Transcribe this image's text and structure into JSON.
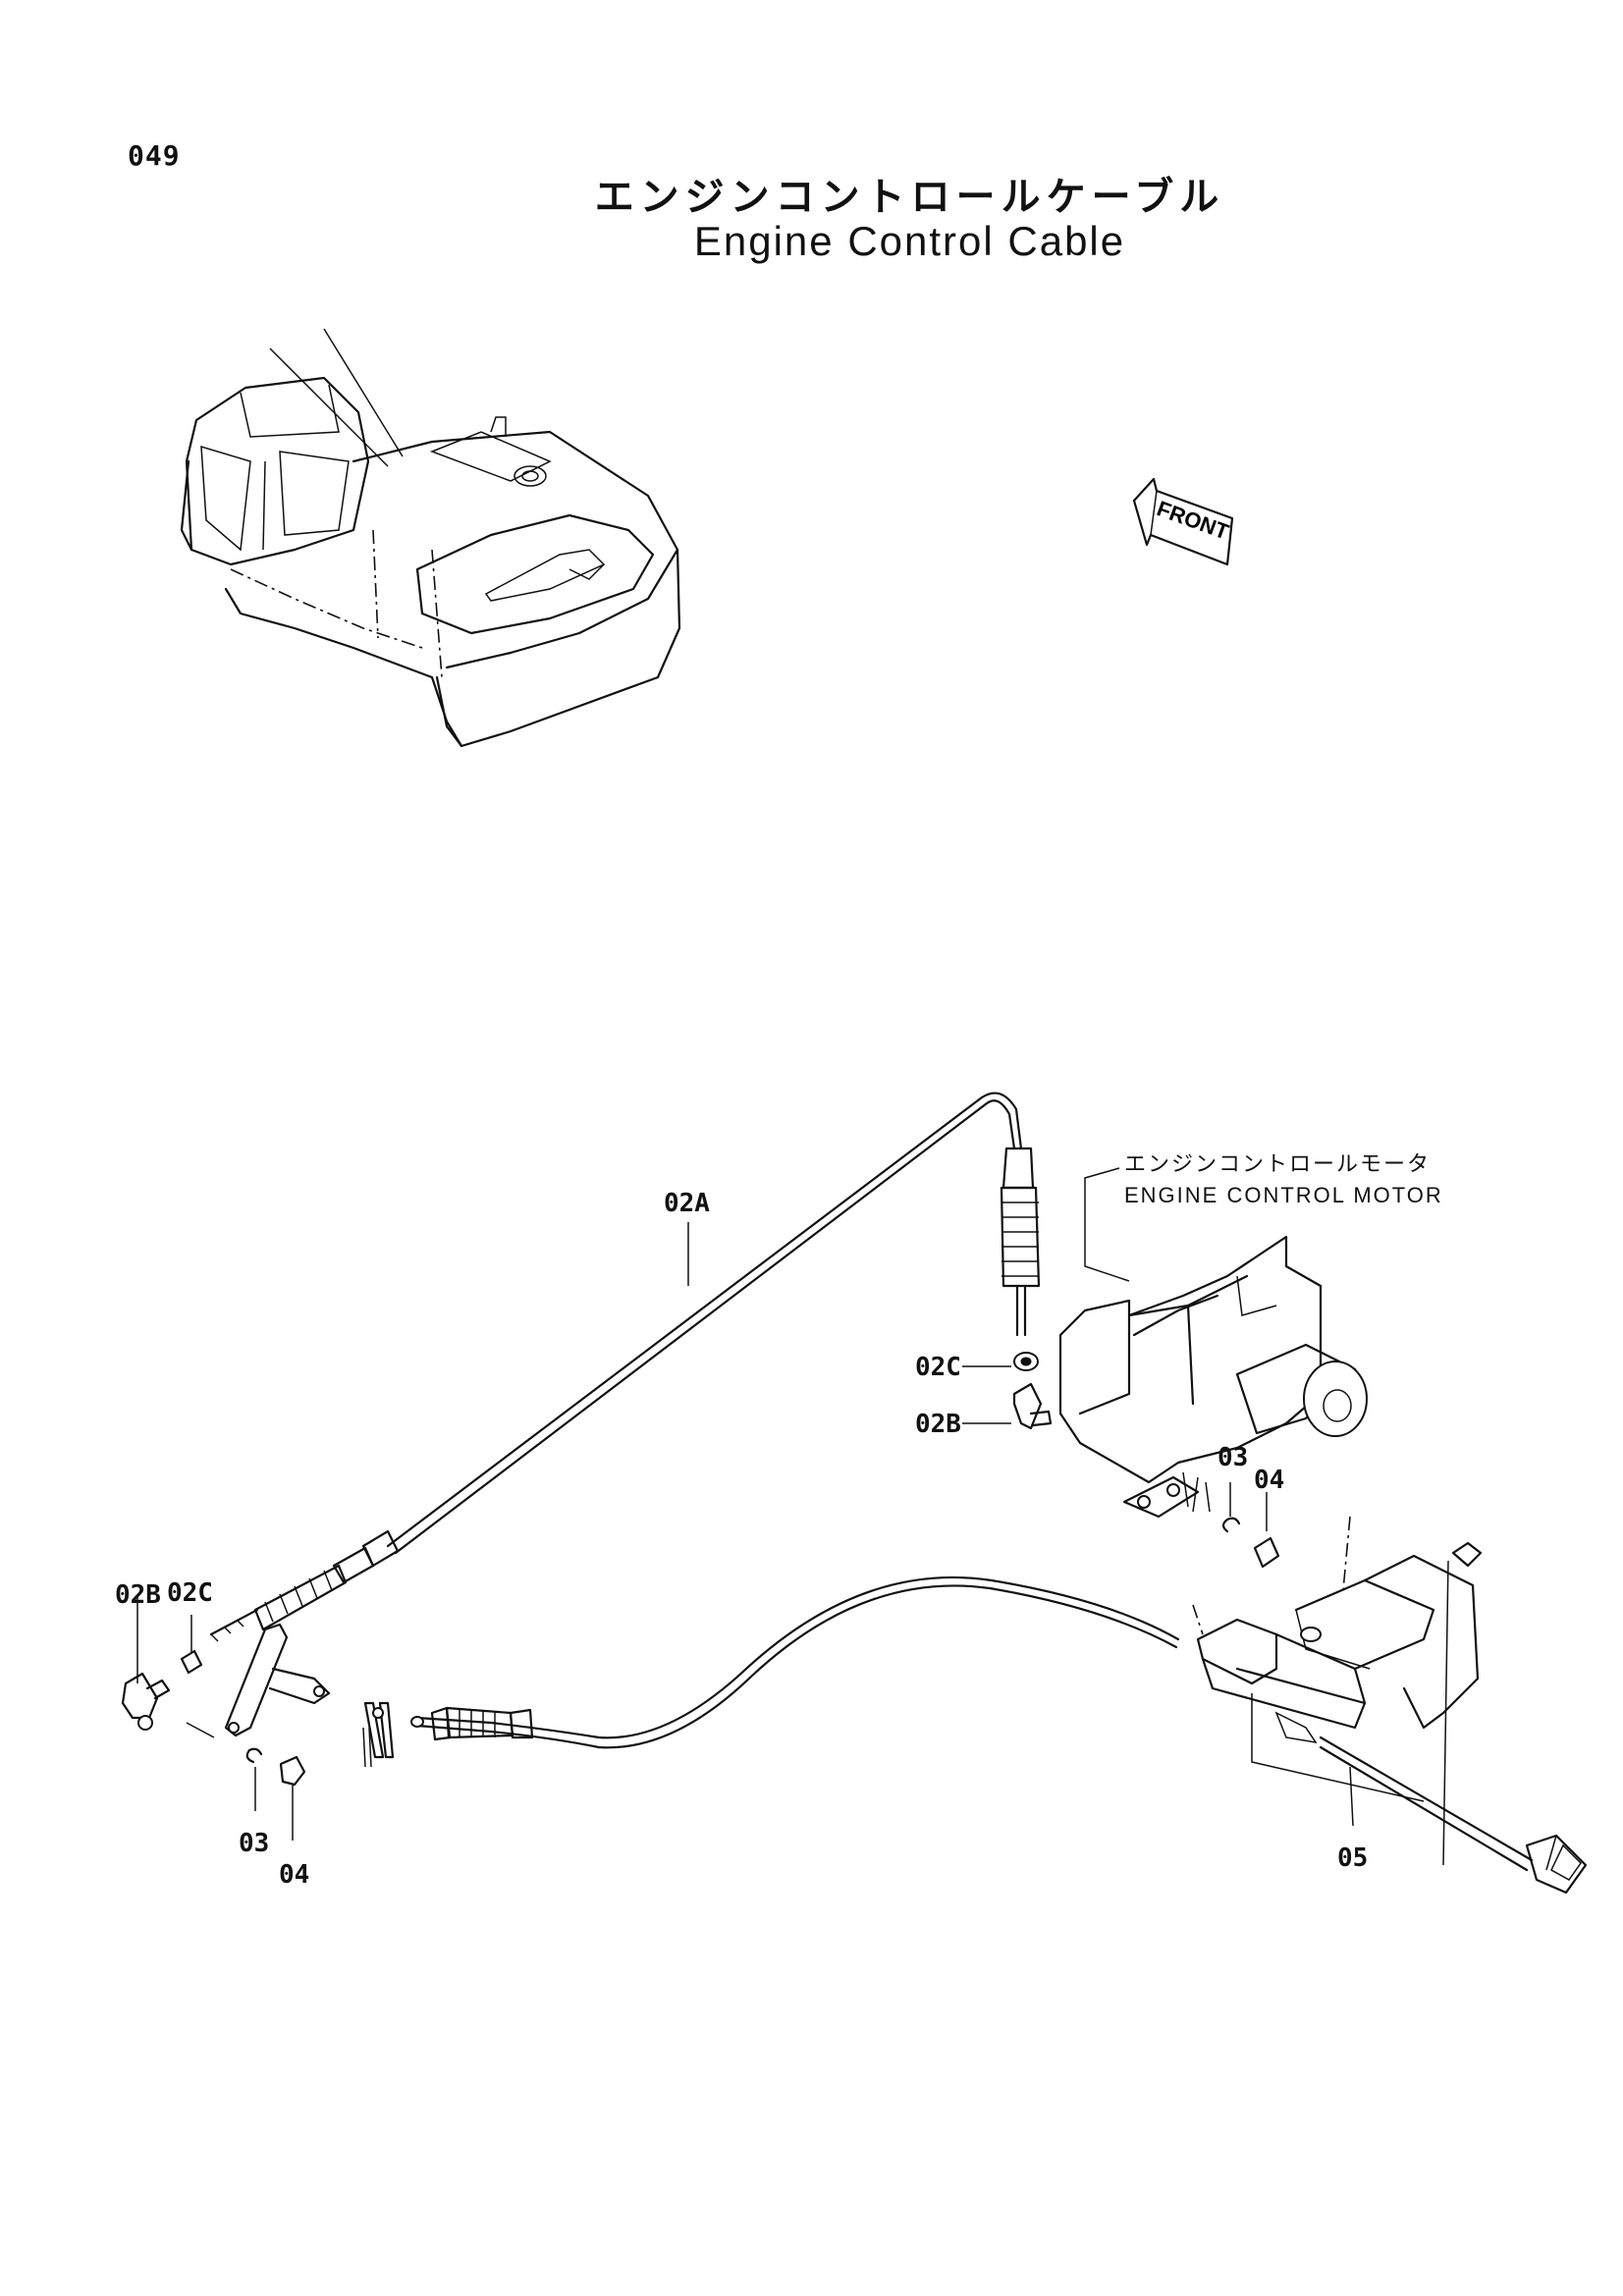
{
  "header": {
    "page_number": "049",
    "title_jp": "エンジンコントロールケーブル",
    "title_en": "Engine Control Cable"
  },
  "front_arrow": {
    "label": "FRONT"
  },
  "motor_label": {
    "jp": "エンジンコントロールモータ",
    "en": "ENGINE CONTROL MOTOR"
  },
  "callouts": {
    "upper_02A": "02A",
    "upper_02C": "02C",
    "upper_02B": "02B",
    "upper_03": "03",
    "upper_04": "04",
    "left_02C": "02C",
    "left_02B": "02B",
    "left_03": "03",
    "left_04": "04",
    "right_05": "05"
  }
}
